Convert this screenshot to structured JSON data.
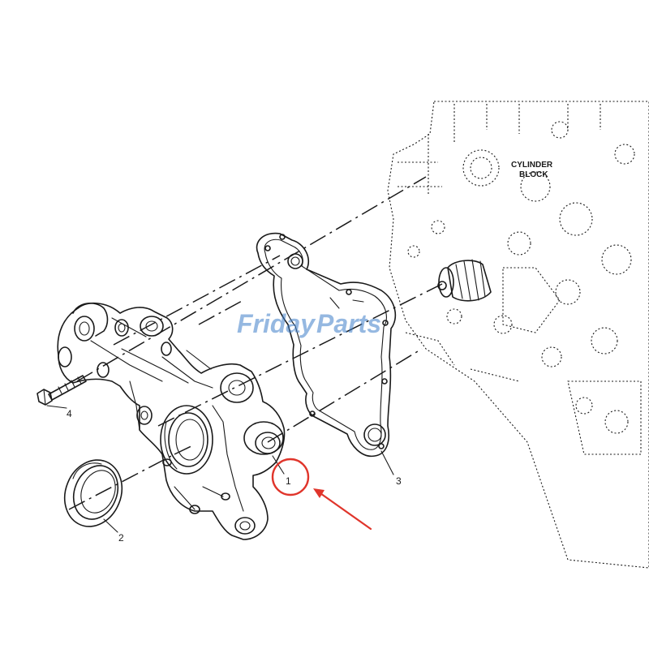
{
  "diagram": {
    "block_label_line1": "CYLINDER",
    "block_label_line2": "BLOCK",
    "callouts": {
      "c1": "1",
      "c2": "2",
      "c3": "3",
      "c4": "4"
    }
  },
  "watermark": {
    "part1": "Friday",
    "part2": "Parts",
    "color_primary": "#3f7fc9",
    "color_accent": "#f0a020"
  },
  "highlight": {
    "color": "#e0352b",
    "target_callout": "1"
  }
}
